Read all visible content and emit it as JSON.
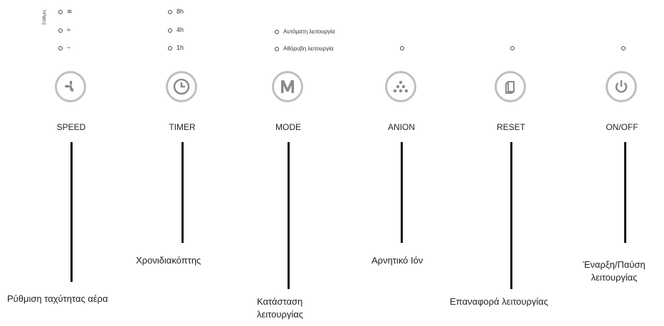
{
  "buttons": [
    {
      "id": "speed",
      "label": "SPEED",
      "icon": "fan-icon"
    },
    {
      "id": "timer",
      "label": "TIMER",
      "icon": "clock-icon"
    },
    {
      "id": "mode",
      "label": "MODE",
      "icon": "m-letter-icon"
    },
    {
      "id": "anion",
      "label": "ANION",
      "icon": "dots-icon"
    },
    {
      "id": "reset",
      "label": "RESET",
      "icon": "filter-icon"
    },
    {
      "id": "onoff",
      "label": "ON/OFF",
      "icon": "power-icon"
    }
  ],
  "speed_indicators": {
    "vertical_label": "Στάθμες",
    "levels": [
      "≋",
      "≈",
      "~"
    ]
  },
  "timer_indicators": [
    "8h",
    "4h",
    "1h"
  ],
  "mode_indicators": [
    "Αυτόματη λειτουργία",
    "Αθόρυβη λειτουργία"
  ],
  "callouts": {
    "speed": "Ρύθμιση ταχύτητας αέρα",
    "timer": "Χρονιδιακόπτης",
    "mode_line1": "Κατάσταση",
    "mode_line2": "λειτουργίας",
    "anion": "Αρνητικό Ιόν",
    "reset": "Επαναφορά λειτουργίας",
    "onoff_line1": "Έναρξη/Παύση",
    "onoff_line2": "λειτουργίας"
  },
  "colors": {
    "button_ring": "#bfbfbf",
    "icon": "#8a8a8a",
    "line": "#111111"
  }
}
